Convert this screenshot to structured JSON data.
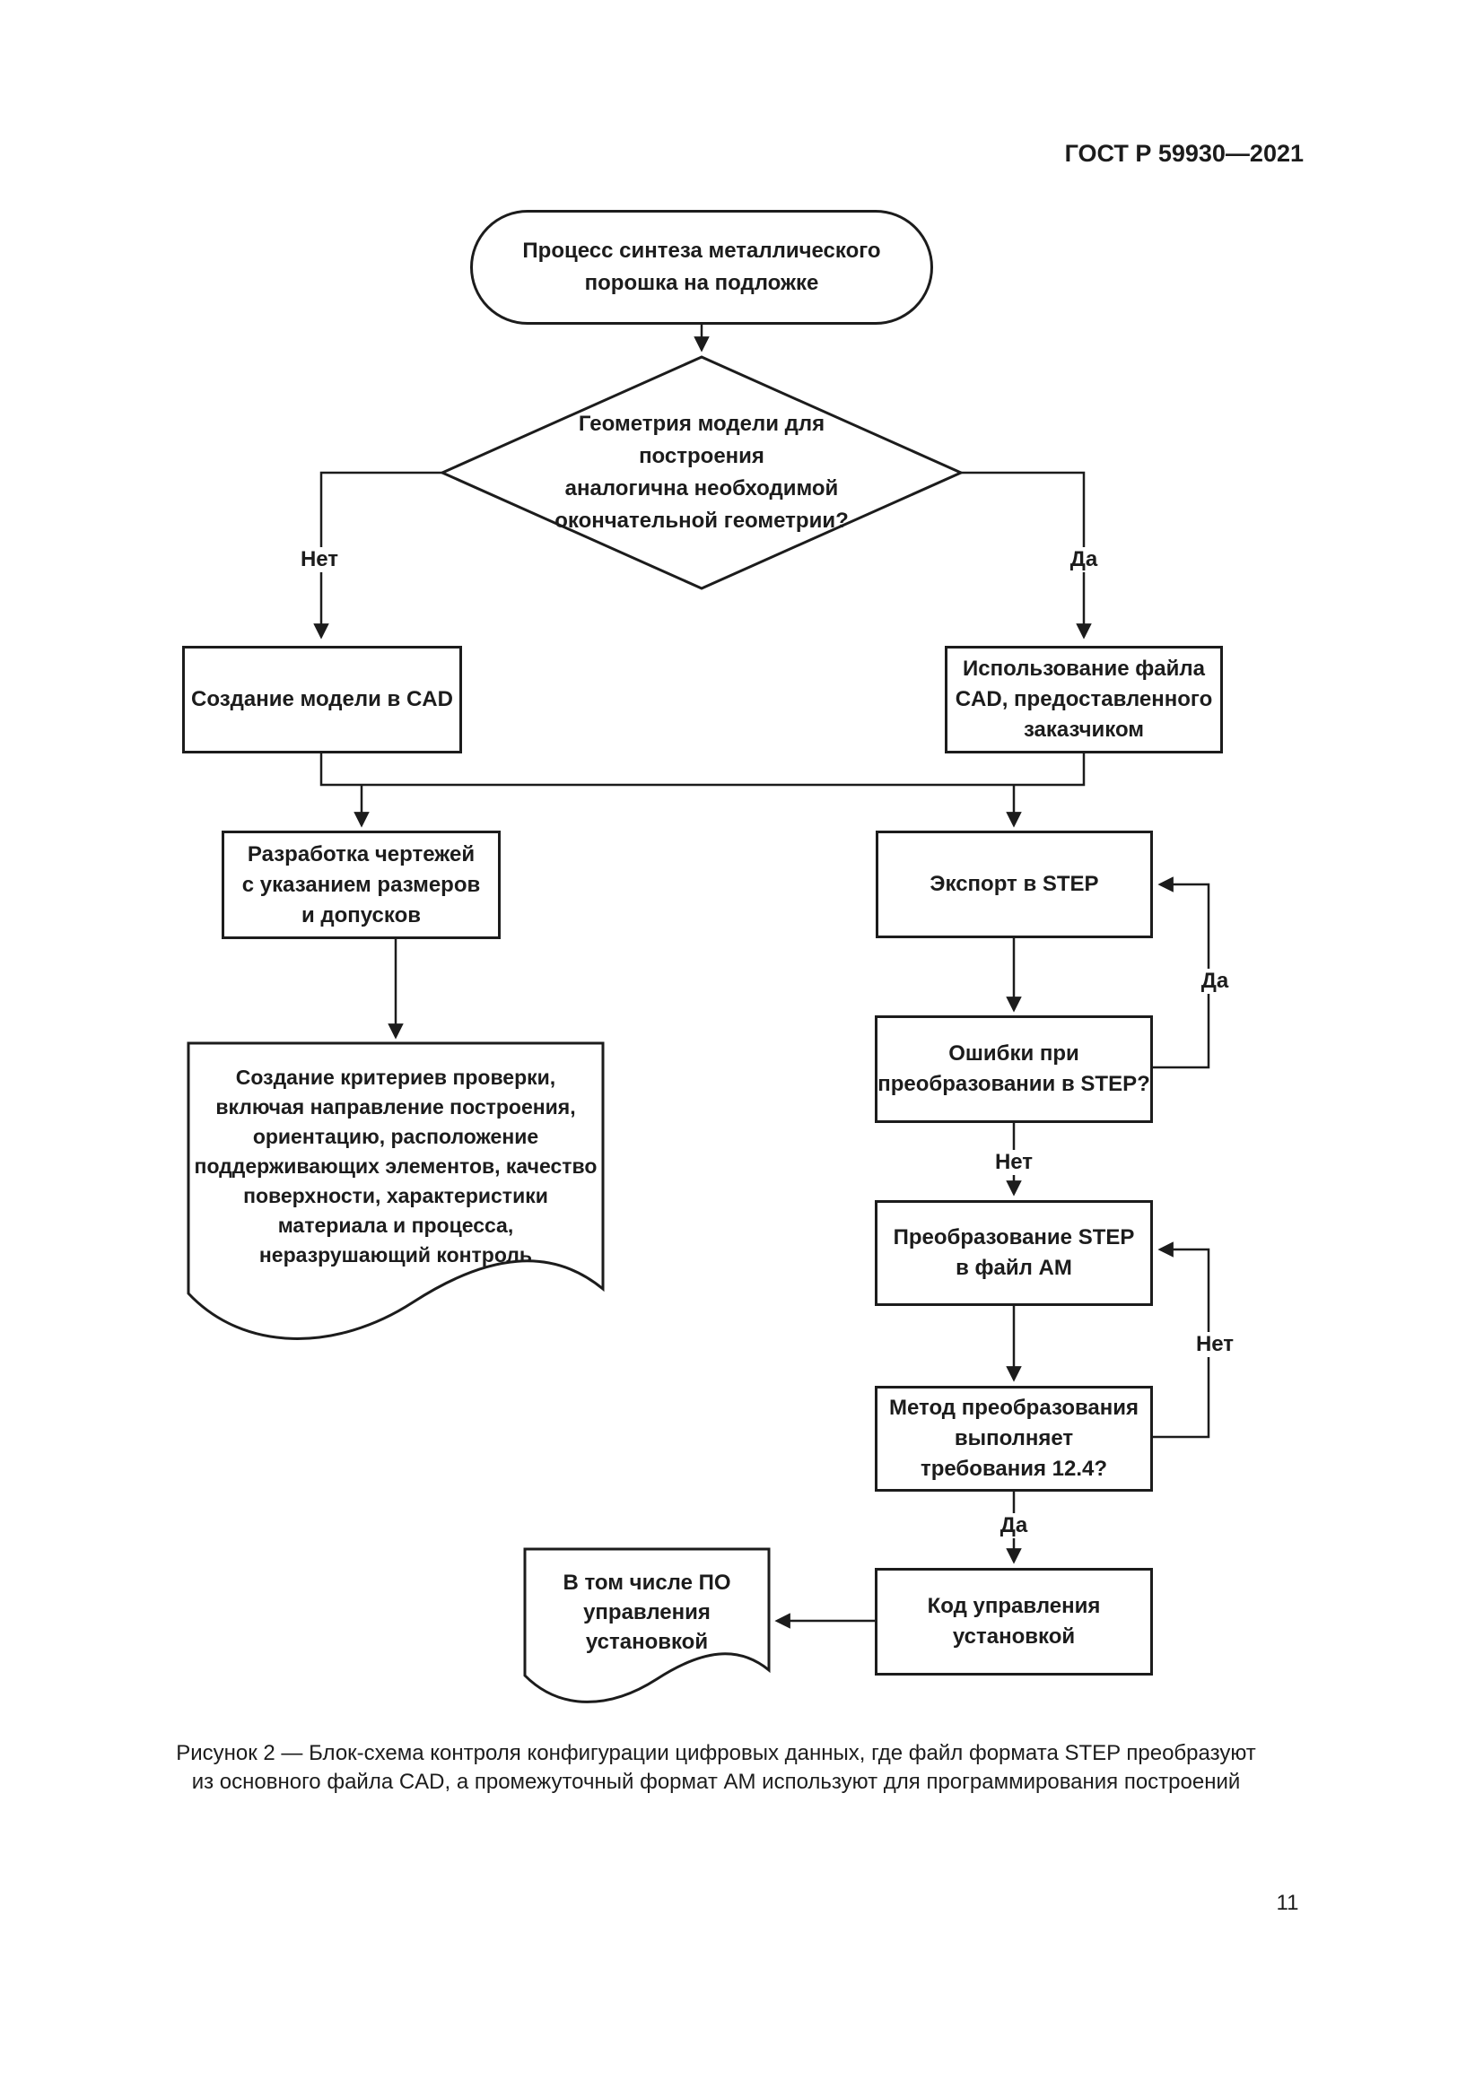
{
  "page": {
    "header": "ГОСТ Р 59930—2021",
    "caption_line1": "Рисунок 2 — Блок-схема контроля конфигурации цифровых данных, где файл формата STEP преобразуют",
    "caption_line2": "из основного файла CAD, а промежуточный формат АМ используют для программирования построений",
    "page_number": "11"
  },
  "flowchart": {
    "start": "Процесс синтеза металлического\nпорошка на подложке",
    "decision_geometry": "Геометрия модели для построения\nаналогична необходимой\nокончательной геометрии?",
    "create_cad": "Создание модели в CAD",
    "use_customer_cad": "Использование файла\nCAD, предоставленного\nзаказчиком",
    "develop_drawings": "Разработка чертежей\nс указанием размеров\nи допусков",
    "export_step": "Экспорт в STEP",
    "criteria_document": "Создание критериев проверки,\nвключая направление построения,\nориентацию, расположение\nподдерживающих элементов, качество\nповерхности, характеристики\nматериала и процесса,\nнеразрушающий контроль",
    "errors_step": "Ошибки при\nпреобразовании в STEP?",
    "convert_step_am": "Преобразование STEP\nв файл АМ",
    "method_requirements": "Метод преобразования\nвыполняет\nтребования 12.4?",
    "machine_code": "Код управления\nустановкой",
    "software_document": "В том числе ПО\nуправления\nустановкой",
    "labels": {
      "branch_no": "Нет",
      "branch_yes": "Да",
      "loop_export_yes": "Да",
      "after_errors_no": "Нет",
      "loop_convert_no": "Нет",
      "before_code_yes": "Да"
    }
  },
  "colors": {
    "ink": "#1c1c1c",
    "paper": "#ffffff"
  }
}
